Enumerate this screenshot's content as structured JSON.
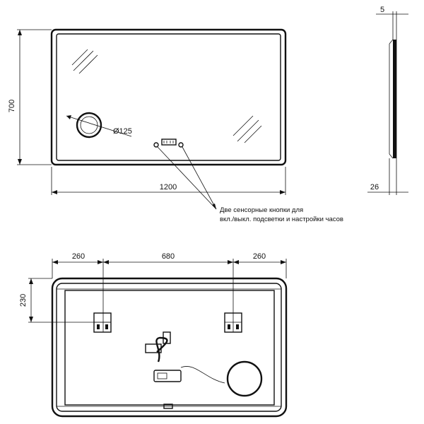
{
  "front_view": {
    "height_label": "700",
    "width_label": "1200",
    "magnifier_label": "Ø125"
  },
  "side_view": {
    "thickness_top_label": "5",
    "thickness_bottom_label": "26"
  },
  "callout": {
    "line1": "Две сенсорные кнопки для",
    "line2": "вкл./выкл. подсветки и настройки часов"
  },
  "back_view": {
    "left_offset_label": "260",
    "center_span_label": "680",
    "right_offset_label": "260",
    "top_offset_label": "230"
  }
}
